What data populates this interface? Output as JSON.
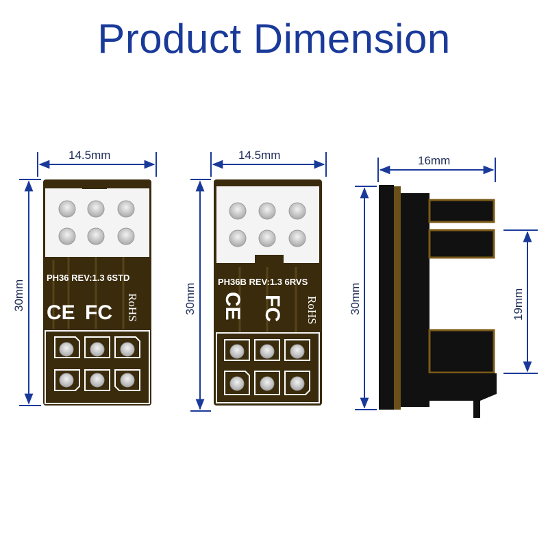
{
  "title": "Product Dimension",
  "colors": {
    "title": "#1a3a9a",
    "dimension_line": "#1a3a9a",
    "pcb": "#3a2b0c",
    "pcb_trace": "#57431a",
    "silkscreen": "#ffffff",
    "pad": "#cfcfcf",
    "connector": "#111111"
  },
  "views": [
    {
      "name": "front-standard",
      "width_label": "14.5mm",
      "height_label": "30mm",
      "board_marking": "PH36 REV:1.3 6STD",
      "certifications": [
        "CE",
        "FC",
        "RoHS"
      ]
    },
    {
      "name": "front-reverse",
      "width_label": "14.5mm",
      "height_label": "30mm",
      "board_marking": "PH36B REV:1.3 6RVS",
      "certifications": [
        "CE",
        "FC",
        "RoHS"
      ]
    },
    {
      "name": "side",
      "width_label": "16mm",
      "height_label": "30mm",
      "connector_gap_label": "19mm"
    }
  ]
}
